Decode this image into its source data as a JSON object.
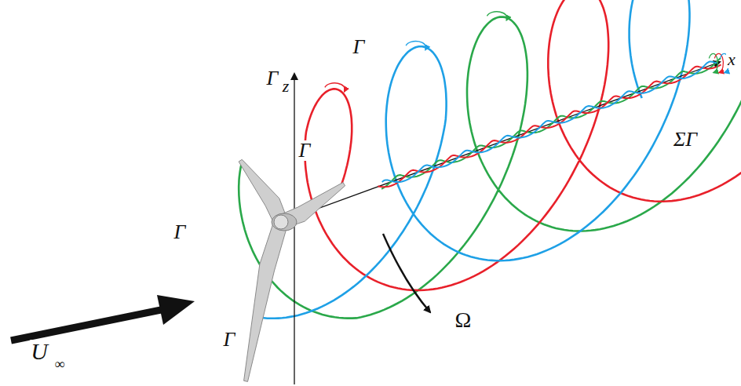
{
  "diagram": {
    "labels": [
      "Γ",
      "x",
      "Γ",
      "z",
      "ΣΓ",
      "Γ",
      "Γ",
      "Ω",
      "Γ",
      "U",
      "∞"
    ]
  }
}
